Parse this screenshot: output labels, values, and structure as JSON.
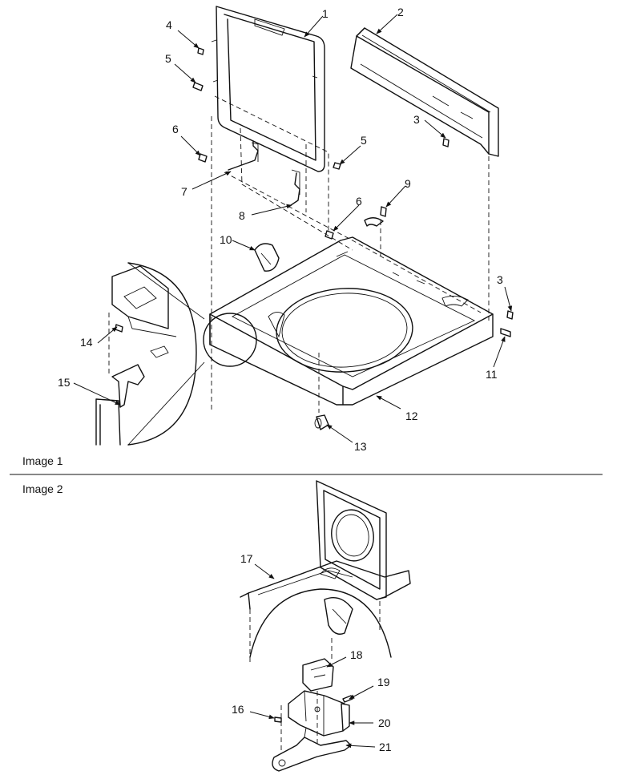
{
  "image1": {
    "caption": "Image 1",
    "callouts": [
      "1",
      "2",
      "3",
      "4",
      "5",
      "5",
      "6",
      "6",
      "7",
      "8",
      "9",
      "3",
      "10",
      "11",
      "12",
      "13",
      "14",
      "15"
    ]
  },
  "image2": {
    "caption": "Image 2",
    "callouts": [
      "17",
      "18",
      "19",
      "16",
      "20",
      "21"
    ]
  },
  "colors": {
    "line": "#111111",
    "background": "#ffffff"
  }
}
